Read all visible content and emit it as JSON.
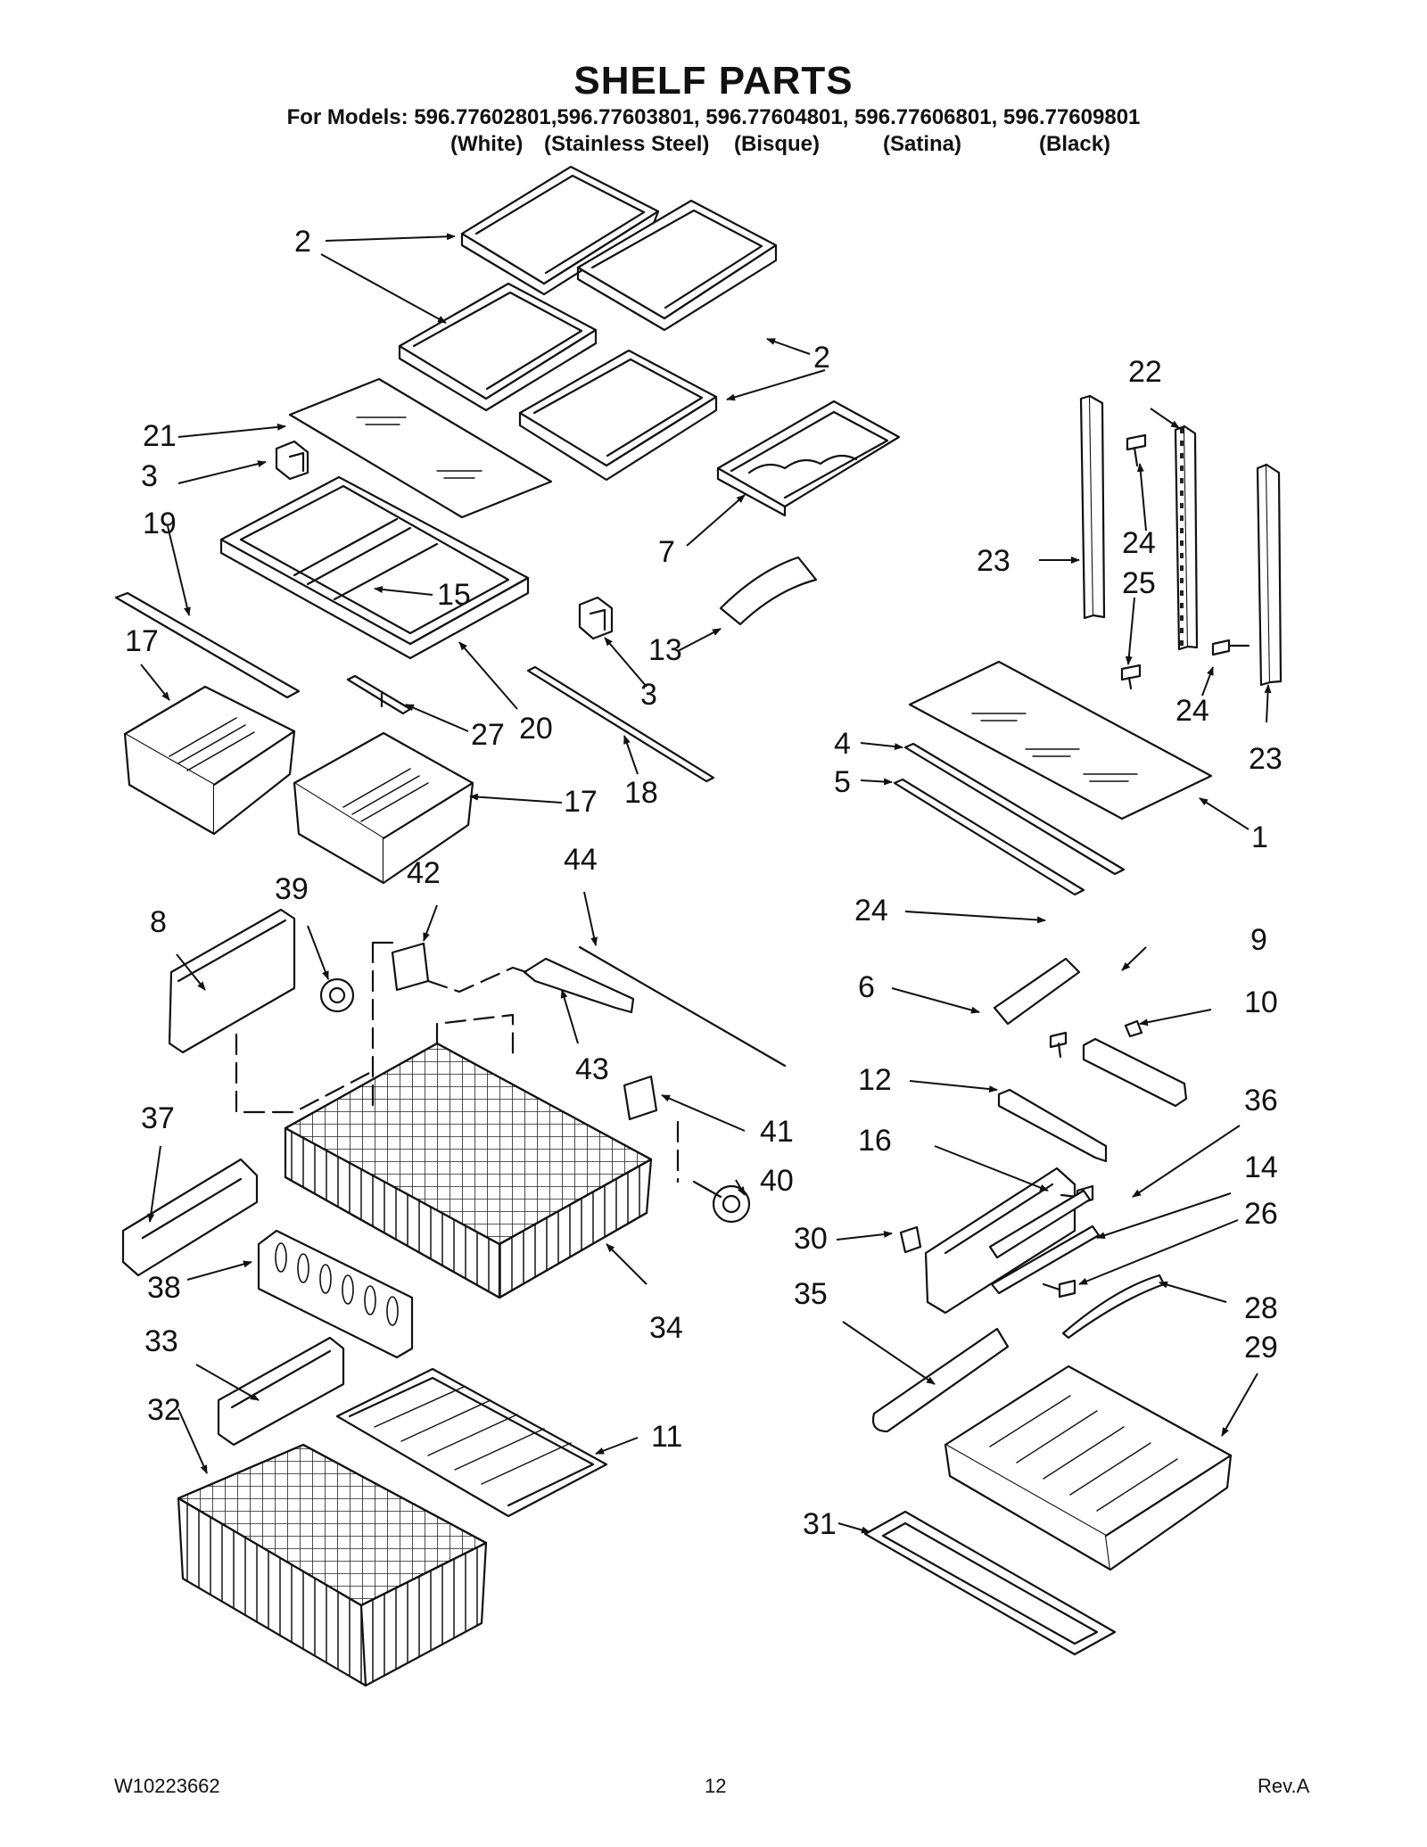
{
  "title": "SHELF PARTS",
  "models_line": "For Models: 596.77602801,596.77603801, 596.77604801, 596.77606801, 596.77609801",
  "finishes": [
    "(White)",
    "(Stainless Steel)",
    "(Bisque)",
    "(Satina)",
    "(Black)"
  ],
  "callouts": [
    "2",
    "2",
    "2",
    "21",
    "3",
    "19",
    "15",
    "7",
    "13",
    "3",
    "17",
    "27",
    "20",
    "18",
    "17",
    "23",
    "24",
    "25",
    "22",
    "24",
    "23",
    "4",
    "5",
    "1",
    "8",
    "39",
    "42",
    "44",
    "43",
    "41",
    "40",
    "37",
    "38",
    "34",
    "33",
    "32",
    "11",
    "24",
    "9",
    "6",
    "10",
    "12",
    "16",
    "36",
    "14",
    "30",
    "26",
    "35",
    "28",
    "29",
    "31"
  ],
  "footer": {
    "doc_number": "W10223662",
    "page_number": "12",
    "revision": "Rev.A"
  }
}
